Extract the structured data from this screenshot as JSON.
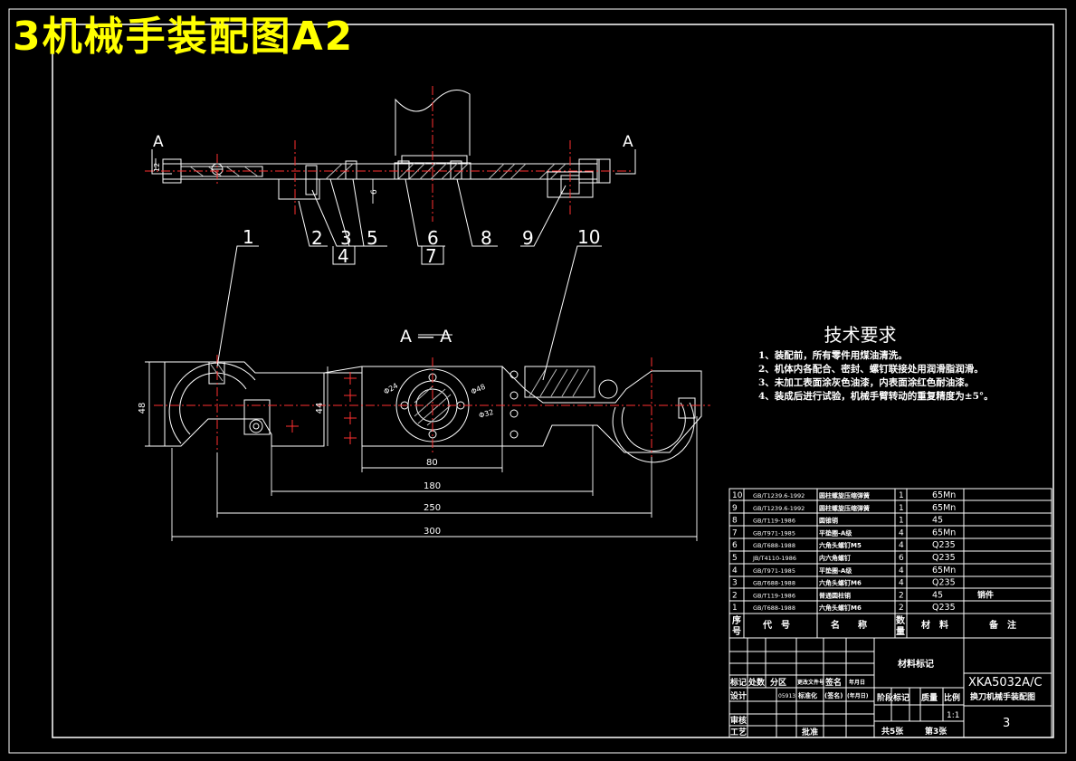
{
  "title": "3机械手装配图A2",
  "colors": {
    "background": "#000000",
    "line": "#ffffff",
    "title": "#ffff00",
    "center": "#ff3030",
    "hatch": "#bbbbbb"
  },
  "section_marks": {
    "left": "A",
    "right": "A",
    "view_label": "A — A"
  },
  "part_callouts": [
    "1",
    "2",
    "3",
    "4",
    "5",
    "6",
    "7",
    "8",
    "9",
    "10"
  ],
  "dimensions": {
    "height_left": "48",
    "height_mid": "44",
    "w80": "80",
    "w180": "180",
    "w250": "250",
    "w300": "300",
    "d24": "Φ24",
    "d48": "Φ48",
    "d32": "Φ32",
    "small_h": "6",
    "small_v": "12"
  },
  "technical_requirements": {
    "title": "技术要求",
    "items": [
      "1、装配前，所有零件用煤油清洗。",
      "2、机体内各配合、密封、螺钉联接处用润滑脂润滑。",
      "3、未加工表面涂灰色油漆，内表面涂红色耐油漆。",
      "4、装成后进行试验，机械手臂转动的重复精度为±5°。"
    ]
  },
  "bom": {
    "rows": [
      {
        "no": "10",
        "code": "GB/T1239.6-1992",
        "name": "圆柱螺旋压缩弹簧",
        "qty": "1",
        "material": "65Mn",
        "note": ""
      },
      {
        "no": "9",
        "code": "GB/T1239.6-1992",
        "name": "圆柱螺旋压缩弹簧",
        "qty": "1",
        "material": "65Mn",
        "note": ""
      },
      {
        "no": "8",
        "code": "GB/T119-1986",
        "name": "圆锥销",
        "qty": "1",
        "material": "45",
        "note": ""
      },
      {
        "no": "7",
        "code": "GB/T971-1985",
        "name": "平垫圈-A级",
        "qty": "4",
        "material": "65Mn",
        "note": ""
      },
      {
        "no": "6",
        "code": "GB/T688-1988",
        "name": "六角头螺钉M5",
        "qty": "4",
        "material": "Q235",
        "note": ""
      },
      {
        "no": "5",
        "code": "JB/T4110-1986",
        "name": "内六角螺钉",
        "qty": "6",
        "material": "Q235",
        "note": ""
      },
      {
        "no": "4",
        "code": "GB/T971-1985",
        "name": "平垫圈-A级",
        "qty": "4",
        "material": "65Mn",
        "note": ""
      },
      {
        "no": "3",
        "code": "GB/T688-1988",
        "name": "六角头螺钉M6",
        "qty": "4",
        "material": "Q235",
        "note": ""
      },
      {
        "no": "2",
        "code": "GB/T119-1986",
        "name": "普通圆柱销",
        "qty": "2",
        "material": "45",
        "note": "销件"
      },
      {
        "no": "1",
        "code": "GB/T688-1988",
        "name": "六角头螺钉M6",
        "qty": "2",
        "material": "Q235",
        "note": ""
      }
    ],
    "headers": {
      "no_top": "序",
      "no_bottom": "号",
      "code": "代　号",
      "name": "名　　称",
      "qty_top": "数",
      "qty_bottom": "量",
      "material": "材　料",
      "note": "备　注"
    }
  },
  "title_block": {
    "material_mark": "材料标记",
    "drawing_code": "XKA5032A/C",
    "drawing_name": "换刀机械手装配图",
    "revision_labels": [
      "标记",
      "处数",
      "分区",
      "更改文件号",
      "签名",
      "年月日"
    ],
    "design": "设计",
    "design_date": "05913",
    "standardize": "标准化",
    "signature": "(签名)",
    "date": "(年月日)",
    "check": "审核",
    "process": "工艺",
    "approve": "批准",
    "stage_mark": "阶段标记",
    "weight": "质量",
    "scale_label": "比例",
    "scale": "1:1",
    "total_sheets": "共5张",
    "sheet_no": "第3张",
    "sheet_index": "3"
  }
}
